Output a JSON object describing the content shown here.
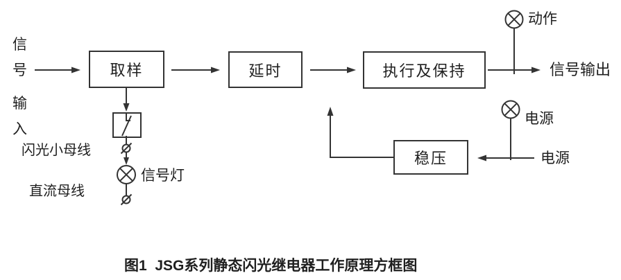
{
  "colors": {
    "line": "#333333",
    "text": "#1f1f1f",
    "background": "#ffffff"
  },
  "diagram": {
    "input_chars": [
      "信",
      "号",
      "输",
      "入"
    ],
    "blocks": {
      "sampling": "取样",
      "delay": "延时",
      "execute_hold": "执行及保持",
      "regulator": "稳压"
    },
    "labels": {
      "action_lamp": "动作",
      "signal_output": "信号输出",
      "power_lamp": "电源",
      "power_source": "电源",
      "signal_lamp": "信号灯",
      "flash_small_bus": "闪光小母线",
      "dc_bus": "直流母线"
    }
  },
  "caption": "图1  JSG系列静态闪光继电器工作原理方框图"
}
